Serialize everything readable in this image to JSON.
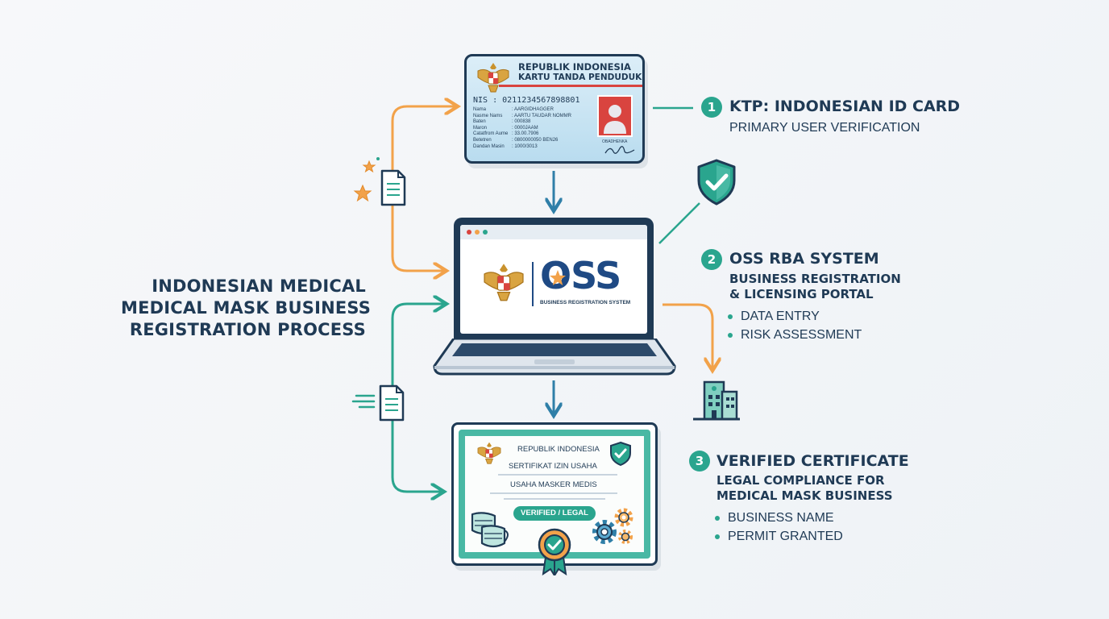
{
  "title": {
    "lines": [
      "INDONESIAN MEDICAL",
      "MEDICAL MASK BUSINESS",
      "REGISTRATION PROCESS"
    ]
  },
  "ktp_card": {
    "header_title": "REPUBLIK INDONESIA",
    "header_subtitle": "KARTU TANDA PENDUDUK",
    "nik_label": "NIS",
    "nik_value": ": 0211234567898801",
    "fields": [
      {
        "label": "Nama",
        "value": ": AARGIDHAGGER"
      },
      {
        "label": "Nasme Nams",
        "value": ": AARTU TAUDAR NOMMR"
      },
      {
        "label": "Baten",
        "value": ": 000838"
      },
      {
        "label": "Maron",
        "value": ": 0000JAAM"
      },
      {
        "label": "Catatfrom Aume",
        "value": ": 33.00.7906"
      },
      {
        "label": "Betetren",
        "value": ": 0800000050 BEN26"
      },
      {
        "label": "Dandan Masin",
        "value": ": 1000/3013"
      }
    ],
    "signature_label": "OBADHENKA"
  },
  "oss": {
    "logo_text": "OSS",
    "subtitle": "BUSINESS REGISTRATION SYSTEM"
  },
  "certificate": {
    "line1": "REPUBLIK INDONESIA",
    "line2": "SERTIFIKAT IZIN USAHA",
    "line3": "USAHA MASKER MEDIS",
    "badge": "VERIFIED / LEGAL"
  },
  "steps": [
    {
      "number": "1",
      "title": "KTP: INDONESIAN ID CARD",
      "subtitle": "PRIMARY USER VERIFICATION"
    },
    {
      "number": "2",
      "title": "OSS RBA SYSTEM",
      "subtitle_lines": [
        "BUSINESS REGISTRATION",
        "& LICENSING PORTAL"
      ],
      "bullets": [
        "DATA ENTRY",
        "RISK ASSESSMENT"
      ]
    },
    {
      "number": "3",
      "title": "VERIFIED CERTIFICATE",
      "subtitle_lines": [
        "LEGAL COMPLIANCE FOR",
        "MEDICAL MASK BUSINESS"
      ],
      "bullets": [
        "BUSINESS NAME",
        "PERMIT GRANTED"
      ]
    }
  ],
  "colors": {
    "navy": "#1f3a55",
    "teal": "#2aa58e",
    "orange": "#f2a24a",
    "red": "#d9443f",
    "blue": "#1f4a84"
  },
  "icons": [
    "garuda-emblem-icon",
    "shield-check-icon",
    "document-icon",
    "star-icon",
    "building-icon",
    "face-mask-icon",
    "gear-icon",
    "award-ribbon-icon",
    "speed-lines-icon"
  ]
}
